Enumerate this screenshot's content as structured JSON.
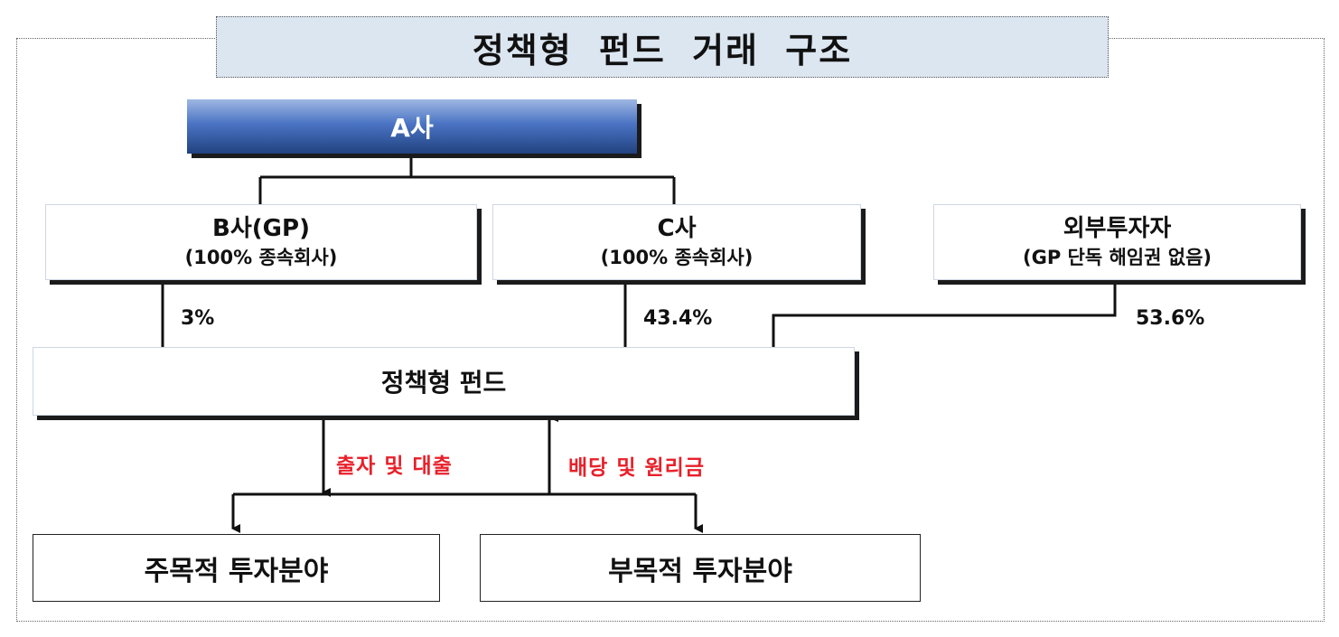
{
  "title": "정책형 펀드 거래 구조",
  "parent": {
    "label": "A사"
  },
  "subsidiaries": [
    {
      "name": "B사(GP)",
      "note": "(100% 종속회사)",
      "share": "3%"
    },
    {
      "name": "C사",
      "note": "(100% 종속회사)",
      "share": "43.4%"
    }
  ],
  "external": {
    "name": "외부투자자",
    "note": "(GP 단독 해임권 없음)",
    "share": "53.6%"
  },
  "fund": {
    "label": "정책형 펀드"
  },
  "flows": {
    "down": "출자 및 대출",
    "up": "배당 및 원리금"
  },
  "targets": {
    "main": "주목적 투자분야",
    "sub": "부목적 투자분야"
  },
  "colors": {
    "flow_label": "#e8202a",
    "title_bg": "#dce6f1",
    "parent_bg": "#2f56a0"
  }
}
